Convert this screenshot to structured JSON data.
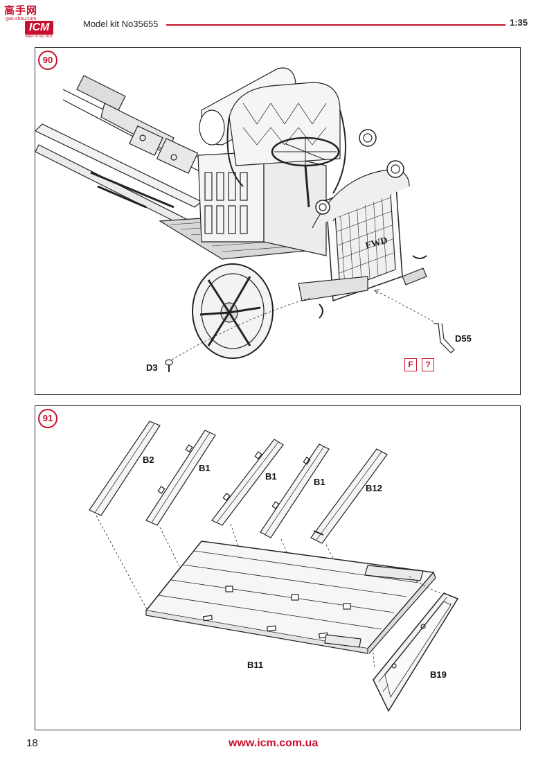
{
  "header": {
    "logo_cn": "高手网",
    "logo_site": "gao-shou.com",
    "logo_mark": "ICM",
    "logo_tagline": "Wake in the Best",
    "kit_title": "Model kit No35655",
    "scale": "1:35"
  },
  "steps": [
    {
      "number": "90",
      "labels": {
        "d3": "D3",
        "d55": "D55"
      },
      "flags": [
        "F",
        "?"
      ]
    },
    {
      "number": "91",
      "labels": {
        "b2": "B2",
        "b1_a": "B1",
        "b1_b": "B1",
        "b1_c": "B1",
        "b12": "B12",
        "b11": "B11",
        "b19": "B19"
      }
    }
  ],
  "footer": {
    "page_number": "18",
    "url": "www.icm.com.ua"
  },
  "colors": {
    "brand_red": "#c8102e",
    "line": "#333333"
  }
}
